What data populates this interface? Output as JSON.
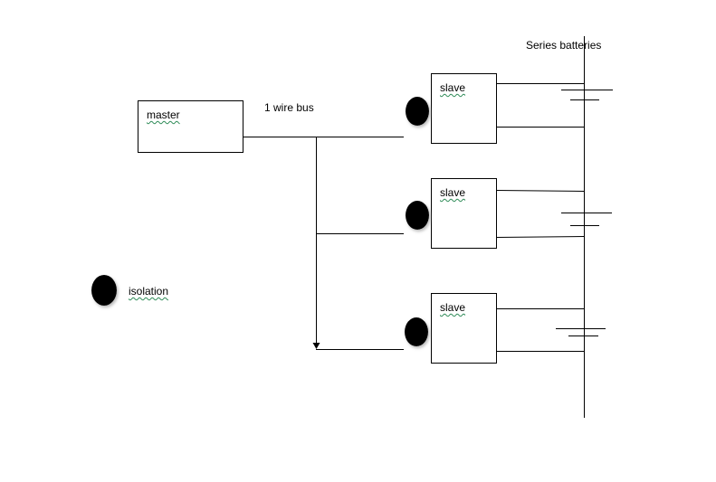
{
  "labels": {
    "master": "master",
    "bus": "1 wire bus",
    "batteries": "Series batteries",
    "isolation": "isolation",
    "slaves": [
      "slave",
      "slave",
      "slave"
    ]
  },
  "colors": {
    "line": "#000000",
    "isolator_fill": "#000000",
    "spellcheck": "#2e8b57"
  }
}
